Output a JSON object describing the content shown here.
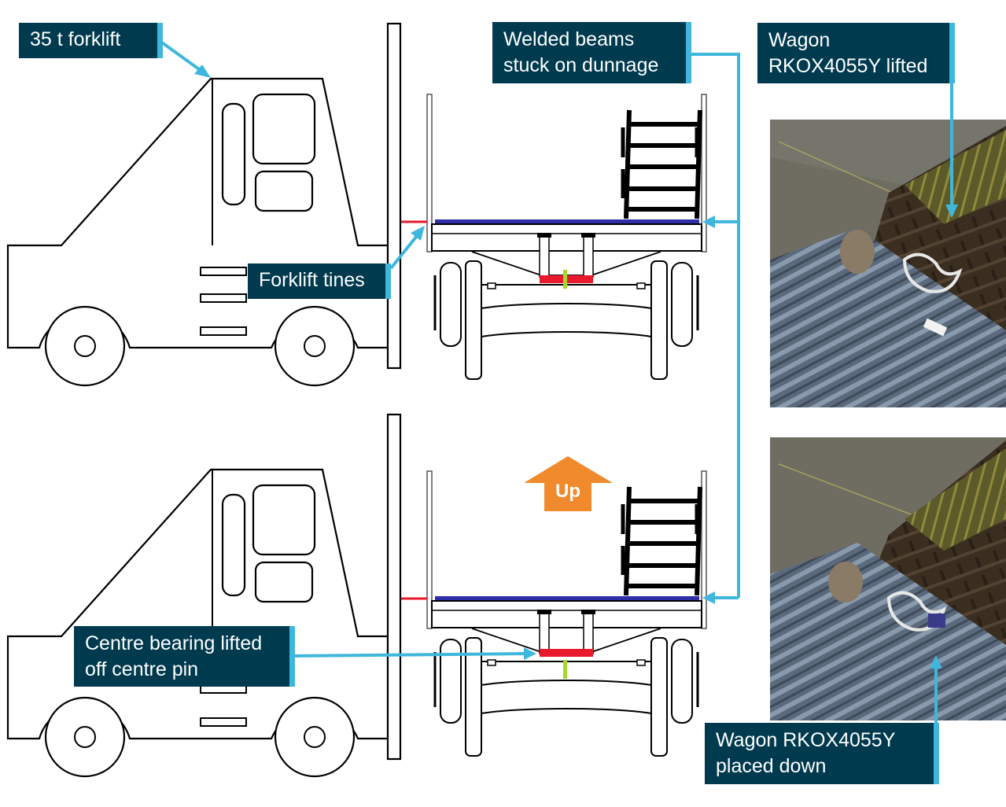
{
  "callouts": {
    "forklift": "35 t forklift",
    "welded_beams": "Welded beams\nstuck on dunnage",
    "wagon_lifted": "Wagon\nRKOX4055Y lifted",
    "forklift_tines": "Forklift tines",
    "centre_bearing": "Centre bearing lifted\noff centre pin",
    "wagon_placed": "Wagon RKOX4055Y\nplaced down"
  },
  "up_arrow": {
    "label": "Up"
  },
  "colors": {
    "callout_bg": "#003a4f",
    "leader": "#3fb7dc",
    "deck_beam": "#2e2ea8",
    "bearing": "#e8192c",
    "centre_pin": "#a9d62d",
    "up_arrow": "#f08a2c",
    "outline": "#000000"
  },
  "icons": {
    "forklift": "forklift-outline-icon",
    "wagon": "wagon-bogie-outline-icon",
    "ladder": "ladder-icon",
    "arrow": "up-arrow-icon"
  }
}
